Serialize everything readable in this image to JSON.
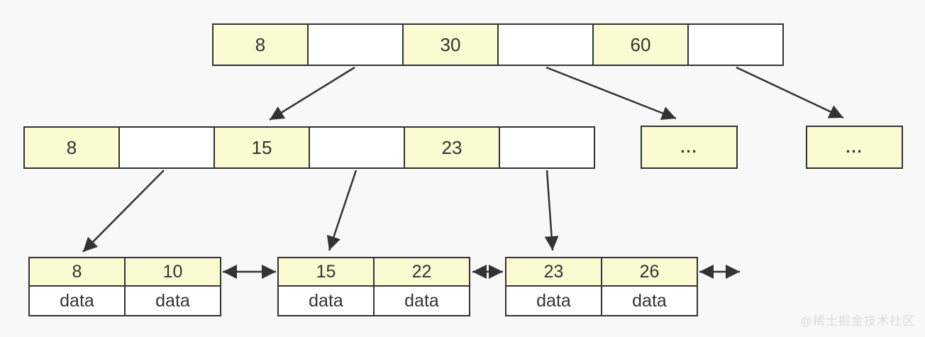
{
  "diagram": {
    "type": "bplus-tree-index",
    "root_node": {
      "cells": [
        "8",
        "",
        "30",
        "",
        "60",
        ""
      ]
    },
    "internal_node": {
      "cells": [
        "8",
        "",
        "15",
        "",
        "23",
        ""
      ]
    },
    "ellipsis_nodes": [
      {
        "label": "..."
      },
      {
        "label": "..."
      }
    ],
    "leaf_nodes": [
      {
        "keys": [
          "8",
          "10"
        ],
        "data": [
          "data",
          "data"
        ]
      },
      {
        "keys": [
          "15",
          "22"
        ],
        "data": [
          "data",
          "data"
        ]
      },
      {
        "keys": [
          "23",
          "26"
        ],
        "data": [
          "data",
          "data"
        ]
      }
    ]
  },
  "colors": {
    "key_cell_fill": "#fbfbd2",
    "pointer_cell_fill": "#ffffff",
    "border": "#333333",
    "arrow": "#333333",
    "background": "#f8f8f8",
    "watermark": "#dcdcdc"
  },
  "watermark": {
    "text": "@稀土掘金技术社区"
  }
}
